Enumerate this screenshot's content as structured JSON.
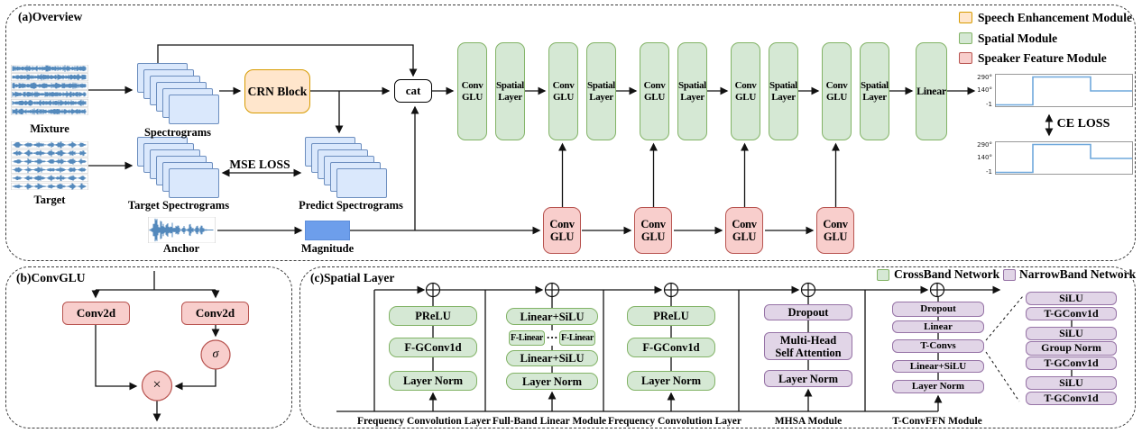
{
  "panel_a": {
    "title": "(a)Overview",
    "mixture_label": "Mixture",
    "spectrograms_label": "Spectrograms",
    "target_label": "Target",
    "target_spectrograms_label": "Target Spectrograms",
    "predict_spectrograms_label": "Predict Spectrograms",
    "anchor_label": "Anchor",
    "magnitude_label": "Magnitude",
    "crn_block": "CRN Block",
    "cat": "cat",
    "mse_loss": "MSE LOSS",
    "ce_loss": "CE LOSS",
    "conv_glu": "Conv\nGLU",
    "spatial_layer": "Spatial\nLayer",
    "linear": "Linear",
    "legend": [
      {
        "label": "Speech Enhancement Module",
        "fill": "#FFE6CC",
        "stroke": "#D79B00"
      },
      {
        "label": "Spatial Module",
        "fill": "#D5E8D4",
        "stroke": "#82B366"
      },
      {
        "label": "Speaker Feature Module",
        "fill": "#F8CECC",
        "stroke": "#B85450"
      }
    ],
    "doa_plots": {
      "type": "line",
      "style": "step",
      "line_color": "#6FA8DC",
      "y_ticks": [
        "290°",
        "140°",
        "-1"
      ],
      "steps": [
        {
          "to_fraction": 0.27,
          "level": "-1"
        },
        {
          "to_fraction": 0.69,
          "level": "290°"
        },
        {
          "to_fraction": 1.0,
          "level": "140°"
        }
      ],
      "count": 2
    }
  },
  "panel_b": {
    "title": "(b)ConvGLU",
    "conv2d": "Conv2d",
    "sigma": "σ",
    "multiply": "×"
  },
  "panel_c": {
    "title": "(c)Spatial Layer",
    "legend": [
      {
        "label": "CrossBand Network",
        "fill": "#D5E8D4",
        "stroke": "#82B366"
      },
      {
        "label": "NarrowBand Network",
        "fill": "#E1D5E7",
        "stroke": "#9673A6"
      }
    ],
    "freq_conv1": {
      "prelu": "PReLU",
      "fgconv": "F-GConv1d",
      "norm": "Layer Norm",
      "label": "Frequency Convolution Layer"
    },
    "full_band": {
      "linear_silu_top": "Linear+SiLU",
      "f_linear": "F-Linear",
      "dots": "···",
      "linear_silu_bottom": "Linear+SiLU",
      "norm": "Layer Norm",
      "label": "Full-Band Linear Module"
    },
    "freq_conv2": {
      "prelu": "PReLU",
      "fgconv": "F-GConv1d",
      "norm": "Layer Norm",
      "label": "Frequency Convolution Layer"
    },
    "mhsa": {
      "dropout": "Dropout",
      "attn": "Multi-Head\nSelf Attention",
      "norm": "Layer Norm",
      "label": "MHSA Module"
    },
    "tconvffn": {
      "dropout": "Dropout",
      "linear": "Linear",
      "tconvs": "T-Convs",
      "linear_silu": "Linear+SiLU",
      "norm": "Layer Norm",
      "label": "T-ConvFFN Module"
    },
    "tconv_detail": {
      "g1": [
        "SiLU",
        "T-GConv1d"
      ],
      "g2": [
        "SiLU",
        "Group Norm",
        "T-GConv1d"
      ],
      "g3": [
        "SiLU",
        "T-GConv1d"
      ]
    }
  },
  "colors": {
    "speech_enhancement_fill": "#FFE6CC",
    "speech_enhancement_stroke": "#D79B00",
    "spatial_fill": "#D5E8D4",
    "spatial_stroke": "#82B366",
    "speaker_fill": "#F8CECC",
    "speaker_stroke": "#B85450",
    "narrowband_fill": "#E1D5E7",
    "narrowband_stroke": "#9673A6",
    "spectrogram_fill": "#DAE8FC",
    "spectrogram_stroke": "#6C8EBF",
    "magnitude_fill": "#6D9EEB",
    "waveform": "#2a6cac",
    "plot_line": "#6FA8DC"
  }
}
